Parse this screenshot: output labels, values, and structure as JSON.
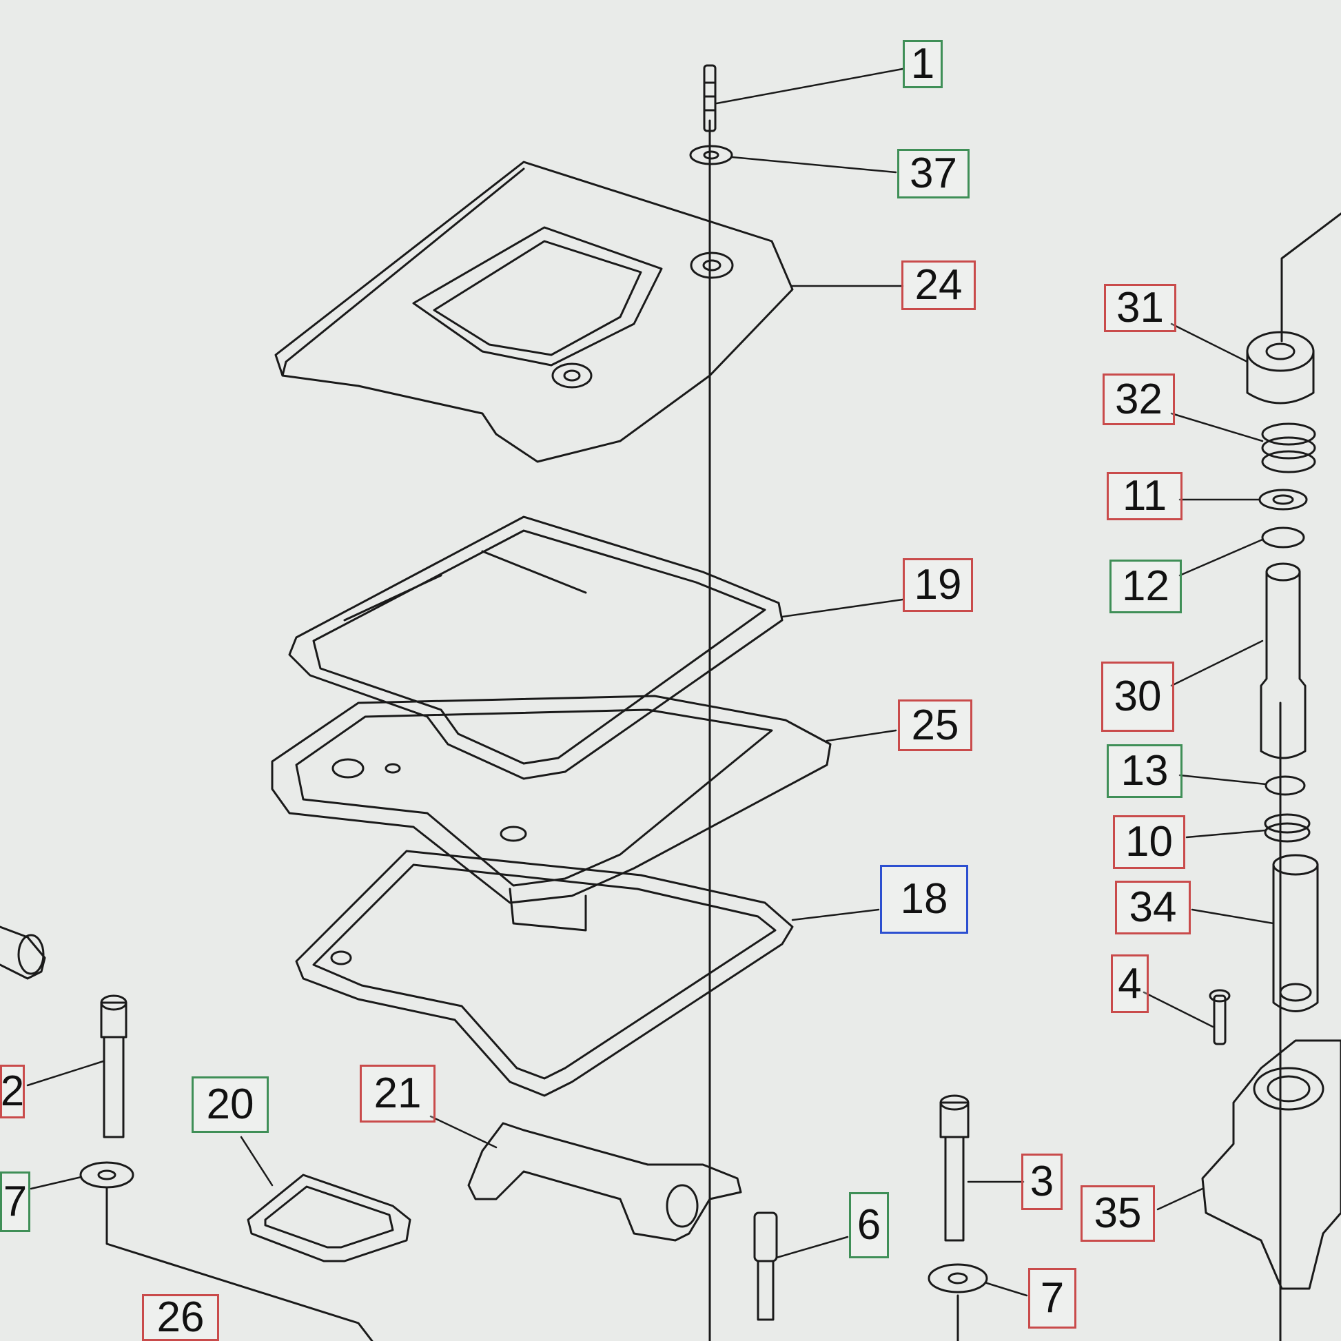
{
  "colors": {
    "background": "#e9ebe9",
    "line": "#1a1a1a",
    "tag_red": "#c94b4b",
    "tag_green": "#3f8f57",
    "tag_blue": "#2c4fd0"
  },
  "callouts": [
    {
      "id": "1",
      "color": "green"
    },
    {
      "id": "37",
      "color": "green"
    },
    {
      "id": "24",
      "color": "red"
    },
    {
      "id": "31",
      "color": "red"
    },
    {
      "id": "32",
      "color": "red"
    },
    {
      "id": "11",
      "color": "red"
    },
    {
      "id": "12",
      "color": "green"
    },
    {
      "id": "19",
      "color": "red"
    },
    {
      "id": "30",
      "color": "red"
    },
    {
      "id": "25",
      "color": "red"
    },
    {
      "id": "13",
      "color": "green"
    },
    {
      "id": "10",
      "color": "red"
    },
    {
      "id": "34",
      "color": "red"
    },
    {
      "id": "18",
      "color": "blue"
    },
    {
      "id": "4",
      "color": "red"
    },
    {
      "id": "2",
      "color": "red"
    },
    {
      "id": "20",
      "color": "green"
    },
    {
      "id": "21",
      "color": "red"
    },
    {
      "id": "7",
      "color": "green"
    },
    {
      "id": "3",
      "color": "red"
    },
    {
      "id": "35",
      "color": "red"
    },
    {
      "id": "6",
      "color": "green"
    },
    {
      "id": "7",
      "color": "red"
    },
    {
      "id": "26",
      "color": "red"
    }
  ]
}
